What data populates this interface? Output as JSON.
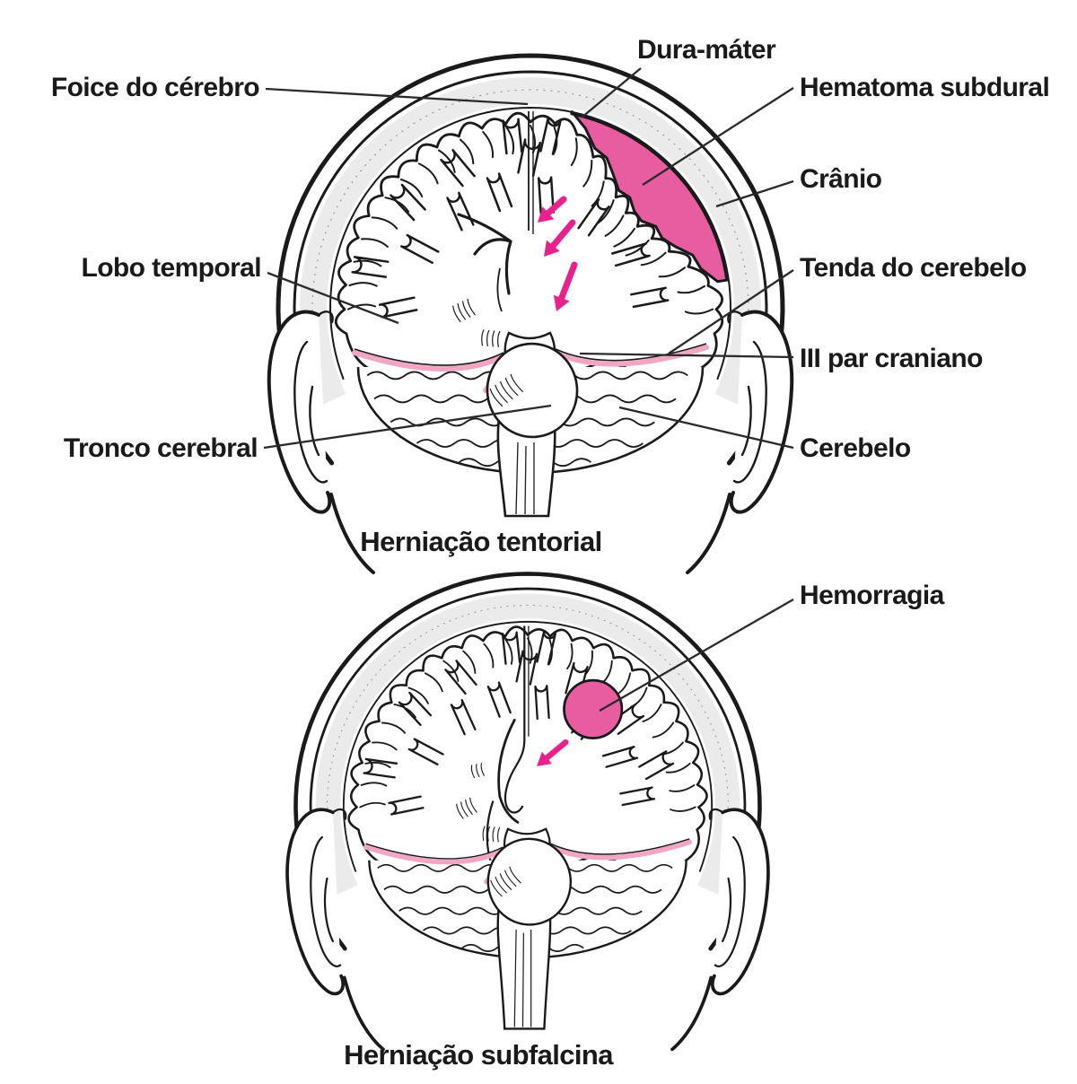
{
  "palette": {
    "ink": "#1a1a1a",
    "skull_ring": "#ebebeb",
    "hemorrhage_pink": "#e85d9f",
    "arrow_magenta": "#e9218c",
    "tentorium_pink": "#f2a6c4",
    "background": "#ffffff"
  },
  "figures": [
    {
      "id": "tentorial-herniation",
      "caption": "Herniação tentorial",
      "labels": [
        {
          "id": "foice",
          "text": "Foice do cérebro"
        },
        {
          "id": "dura",
          "text": "Dura-máter"
        },
        {
          "id": "hematoma",
          "text": "Hematoma subdural"
        },
        {
          "id": "cranio",
          "text": "Crânio"
        },
        {
          "id": "lobo",
          "text": "Lobo temporal"
        },
        {
          "id": "tenda",
          "text": "Tenda do cerebelo"
        },
        {
          "id": "iii-par",
          "text": "III par craniano"
        },
        {
          "id": "tronco",
          "text": "Tronco cerebral"
        },
        {
          "id": "cerebelo",
          "text": "Cerebelo"
        }
      ]
    },
    {
      "id": "subfalcine-herniation",
      "caption": "Herniação subfalcina",
      "labels": [
        {
          "id": "hemorragia",
          "text": "Hemorragia"
        }
      ]
    }
  ]
}
